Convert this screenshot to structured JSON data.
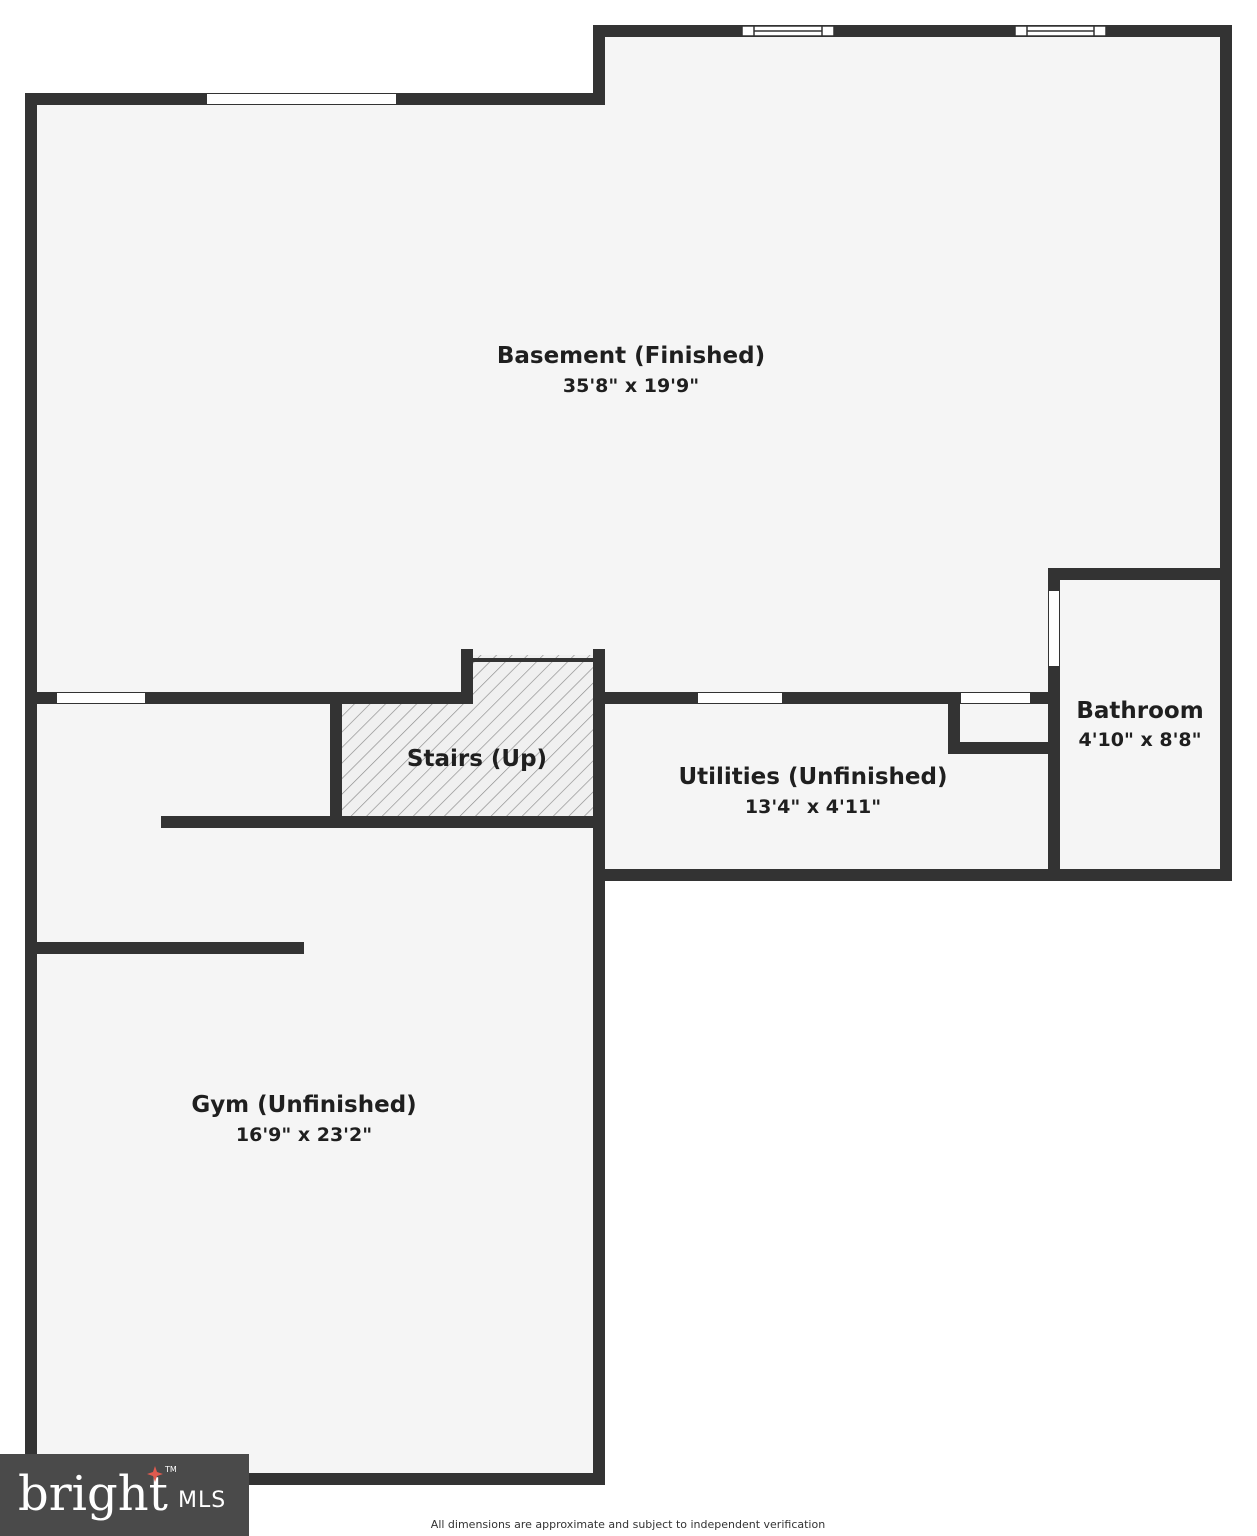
{
  "rooms": {
    "basement": {
      "name": "Basement (Finished)",
      "dimensions": "35'8\" x 19'9\""
    },
    "stairs": {
      "name": "Stairs (Up)"
    },
    "utilities": {
      "name": "Utilities (Unfinished)",
      "dimensions": "13'4\" x 4'11\""
    },
    "bathroom": {
      "name": "Bathroom",
      "dimensions": "4'10\" x 8'8\""
    },
    "gym": {
      "name": "Gym (Unfinished)",
      "dimensions": "16'9\" x 23'2\""
    }
  },
  "disclaimer": "All dimensions are approximate and subject to independent verification",
  "logo": {
    "word": "bright",
    "tm": "TM",
    "suffix": "MLS"
  },
  "colors": {
    "wall": "#333333",
    "floor": "#f5f5f5",
    "stairs_hatch": "#888888",
    "logo_bg": "#4a4a4a",
    "logo_accent": "#e05a4f"
  }
}
